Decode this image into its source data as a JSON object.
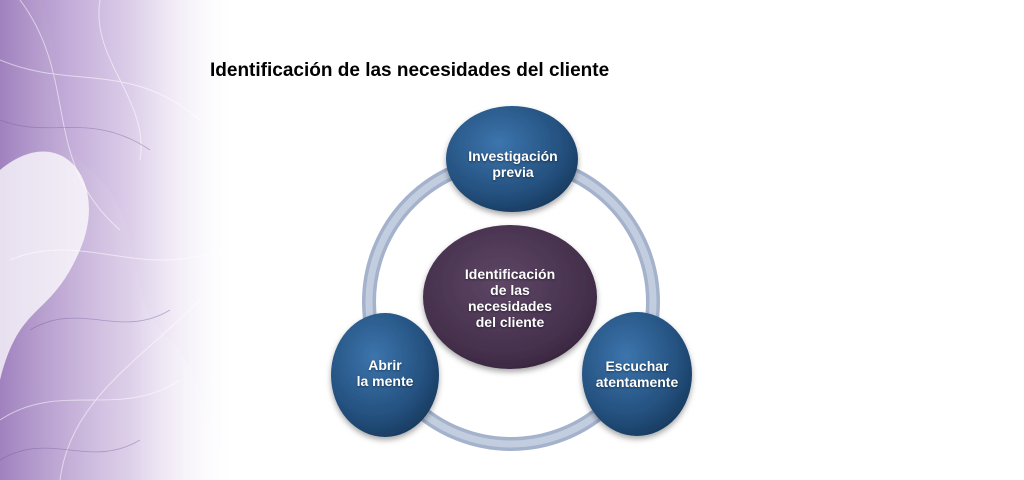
{
  "title": "Identificación de las necesidades del cliente",
  "diagram": {
    "center": "Identificación\nde las\nnecesidades\ndel cliente",
    "nodes": [
      {
        "id": "top",
        "label": "Investigación\nprevia"
      },
      {
        "id": "left",
        "label": "Abrir\nla mente"
      },
      {
        "id": "right",
        "label": "Escuchar\natentamente"
      }
    ]
  },
  "colors": {
    "node_fill": "#2a5a8a",
    "center_fill": "#4a3550",
    "ring": "#a9b8d2",
    "decor": "#b79ad0"
  }
}
